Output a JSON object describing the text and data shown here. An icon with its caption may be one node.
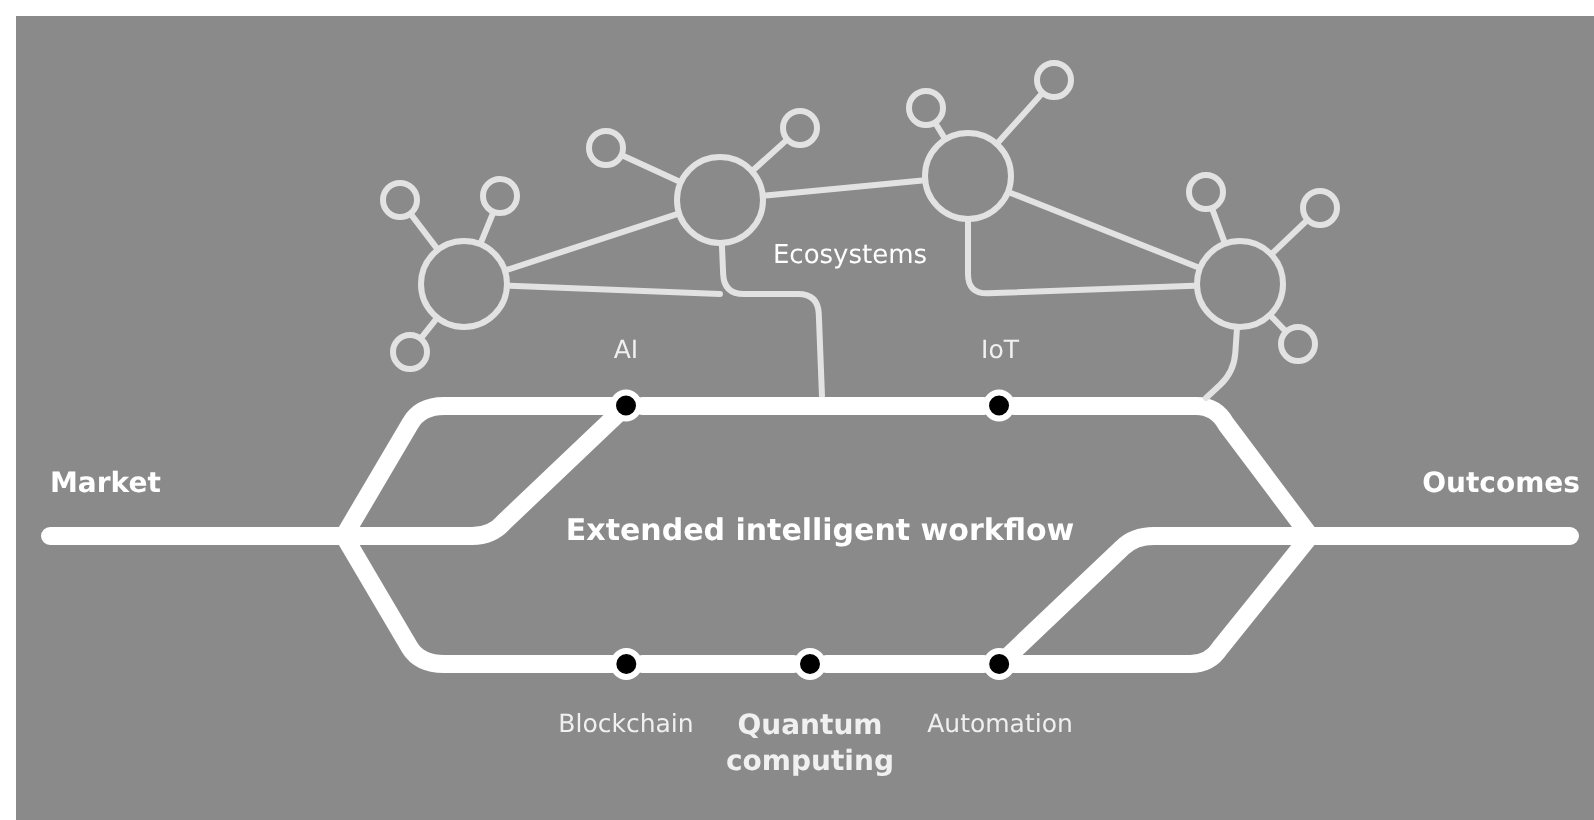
{
  "diagram": {
    "nodes": [
      {
        "text": [],
        "shape": "circle"
      },
      {
        "text": [],
        "shape": "circle"
      },
      {
        "text": [],
        "shape": "circle"
      },
      {
        "text": [],
        "shape": "circle"
      },
      {
        "text": [],
        "shape": "circle"
      },
      {
        "text": [],
        "shape": "circle"
      },
      {
        "text": [],
        "shape": "circle"
      },
      {
        "text": [],
        "shape": "circle"
      },
      {
        "text": [],
        "shape": "circle"
      },
      {
        "text": [],
        "shape": "circle"
      },
      {
        "text": [],
        "shape": "circle"
      },
      {
        "text": [],
        "shape": "circle"
      },
      {
        "text": [],
        "shape": "circle"
      },
      {
        "text": [],
        "shape": "circle"
      },
      {
        "text": [
          "AI"
        ]
      },
      {
        "text": [
          "IoT"
        ]
      },
      {
        "text": [
          "Blockchain"
        ]
      },
      {
        "text": [
          "Quantum computing"
        ]
      },
      {
        "text": [
          "Automation"
        ]
      }
    ],
    "edges": [
      {
        "from": 0,
        "to": 1,
        "arrow": "none"
      },
      {
        "from": 1,
        "to": 2,
        "arrow": "none"
      },
      {
        "from": 2,
        "to": 3,
        "arrow": "none"
      },
      {
        "from": 2,
        "to": 3,
        "arrow": "none"
      },
      {
        "from": 0,
        "to": 4,
        "arrow": "none"
      },
      {
        "from": 0,
        "to": 5,
        "arrow": "none"
      },
      {
        "from": 0,
        "to": 6,
        "arrow": "none"
      },
      {
        "from": 1,
        "to": 7,
        "arrow": "none"
      },
      {
        "from": 1,
        "to": 8,
        "arrow": "none"
      },
      {
        "from": 2,
        "to": 9,
        "arrow": "none"
      },
      {
        "from": 2,
        "to": 10,
        "arrow": "none"
      },
      {
        "from": 3,
        "to": 11,
        "arrow": "none"
      },
      {
        "from": 3,
        "to": 12,
        "arrow": "none"
      },
      {
        "from": 3,
        "to": 13,
        "arrow": "none"
      },
      {
        "from": 0,
        "to": null,
        "arrow": "none"
      },
      {
        "from": 1,
        "to": null,
        "arrow": "none"
      },
      {
        "from": 3,
        "to": null,
        "arrow": "none"
      },
      {
        "from": 14,
        "to": 15,
        "arrow": "none",
        "style": "thick",
        "color": "#ffffff"
      },
      {
        "from": 16,
        "to": 17,
        "arrow": "none",
        "style": "thick",
        "color": "#ffffff"
      },
      {
        "from": 17,
        "to": 18,
        "arrow": "none",
        "style": "thick",
        "color": "#ffffff"
      }
    ],
    "labels": [
      "Ecosystems",
      "Market",
      "Extended intelligent workflow",
      "Outcomes"
    ]
  }
}
